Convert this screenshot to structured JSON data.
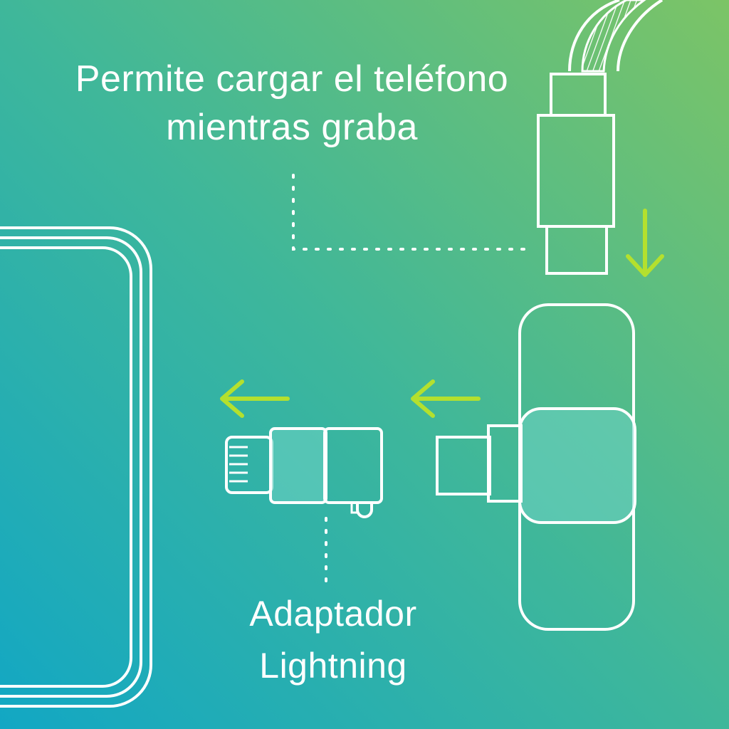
{
  "colors": {
    "background_top_right": "#7cc466",
    "background_mid": "#3fb79a",
    "background_bottom_left": "#12a7c4",
    "outline": "#ffffff",
    "arrow": "#b4e02e",
    "fill_highlight": "#6fd3c4"
  },
  "labels": {
    "charge": {
      "line1": "Permite cargar el teléfono",
      "line2": "mientras graba"
    },
    "adapter": {
      "line1": "Adaptador",
      "line2": "Lightning"
    }
  },
  "icons": {
    "phone": "phone-outline-icon",
    "cable": "usb-c-cable-icon",
    "microphone": "microphone-receiver-icon",
    "adapter": "lightning-adapter-icon",
    "arrows": [
      "arrow-down-icon",
      "arrow-left-icon",
      "arrow-left-icon"
    ]
  }
}
